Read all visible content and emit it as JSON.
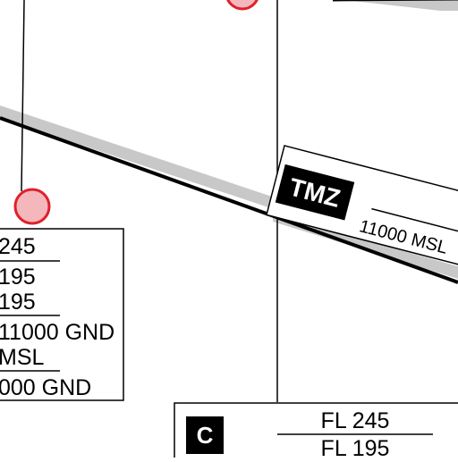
{
  "colors": {
    "background": "#ffffff",
    "ink": "#000000",
    "band_shadow": "#c8c8c8",
    "marker_fill": "#f4b8bc",
    "marker_stroke": "#e0202a"
  },
  "markers": [
    {
      "name": "waypoint-marker",
      "shape": "circle"
    },
    {
      "name": "waypoint-marker",
      "shape": "circle"
    }
  ],
  "tmz_label": {
    "badge": "TMZ",
    "altitude": "11000 MSL"
  },
  "left_box": {
    "lines": [
      "245",
      "195",
      "195",
      "11000 GND",
      "MSL",
      "000 GND"
    ]
  },
  "bottom_box": {
    "class_badge": "C",
    "upper": "FL 245",
    "lower": "FL 195"
  }
}
